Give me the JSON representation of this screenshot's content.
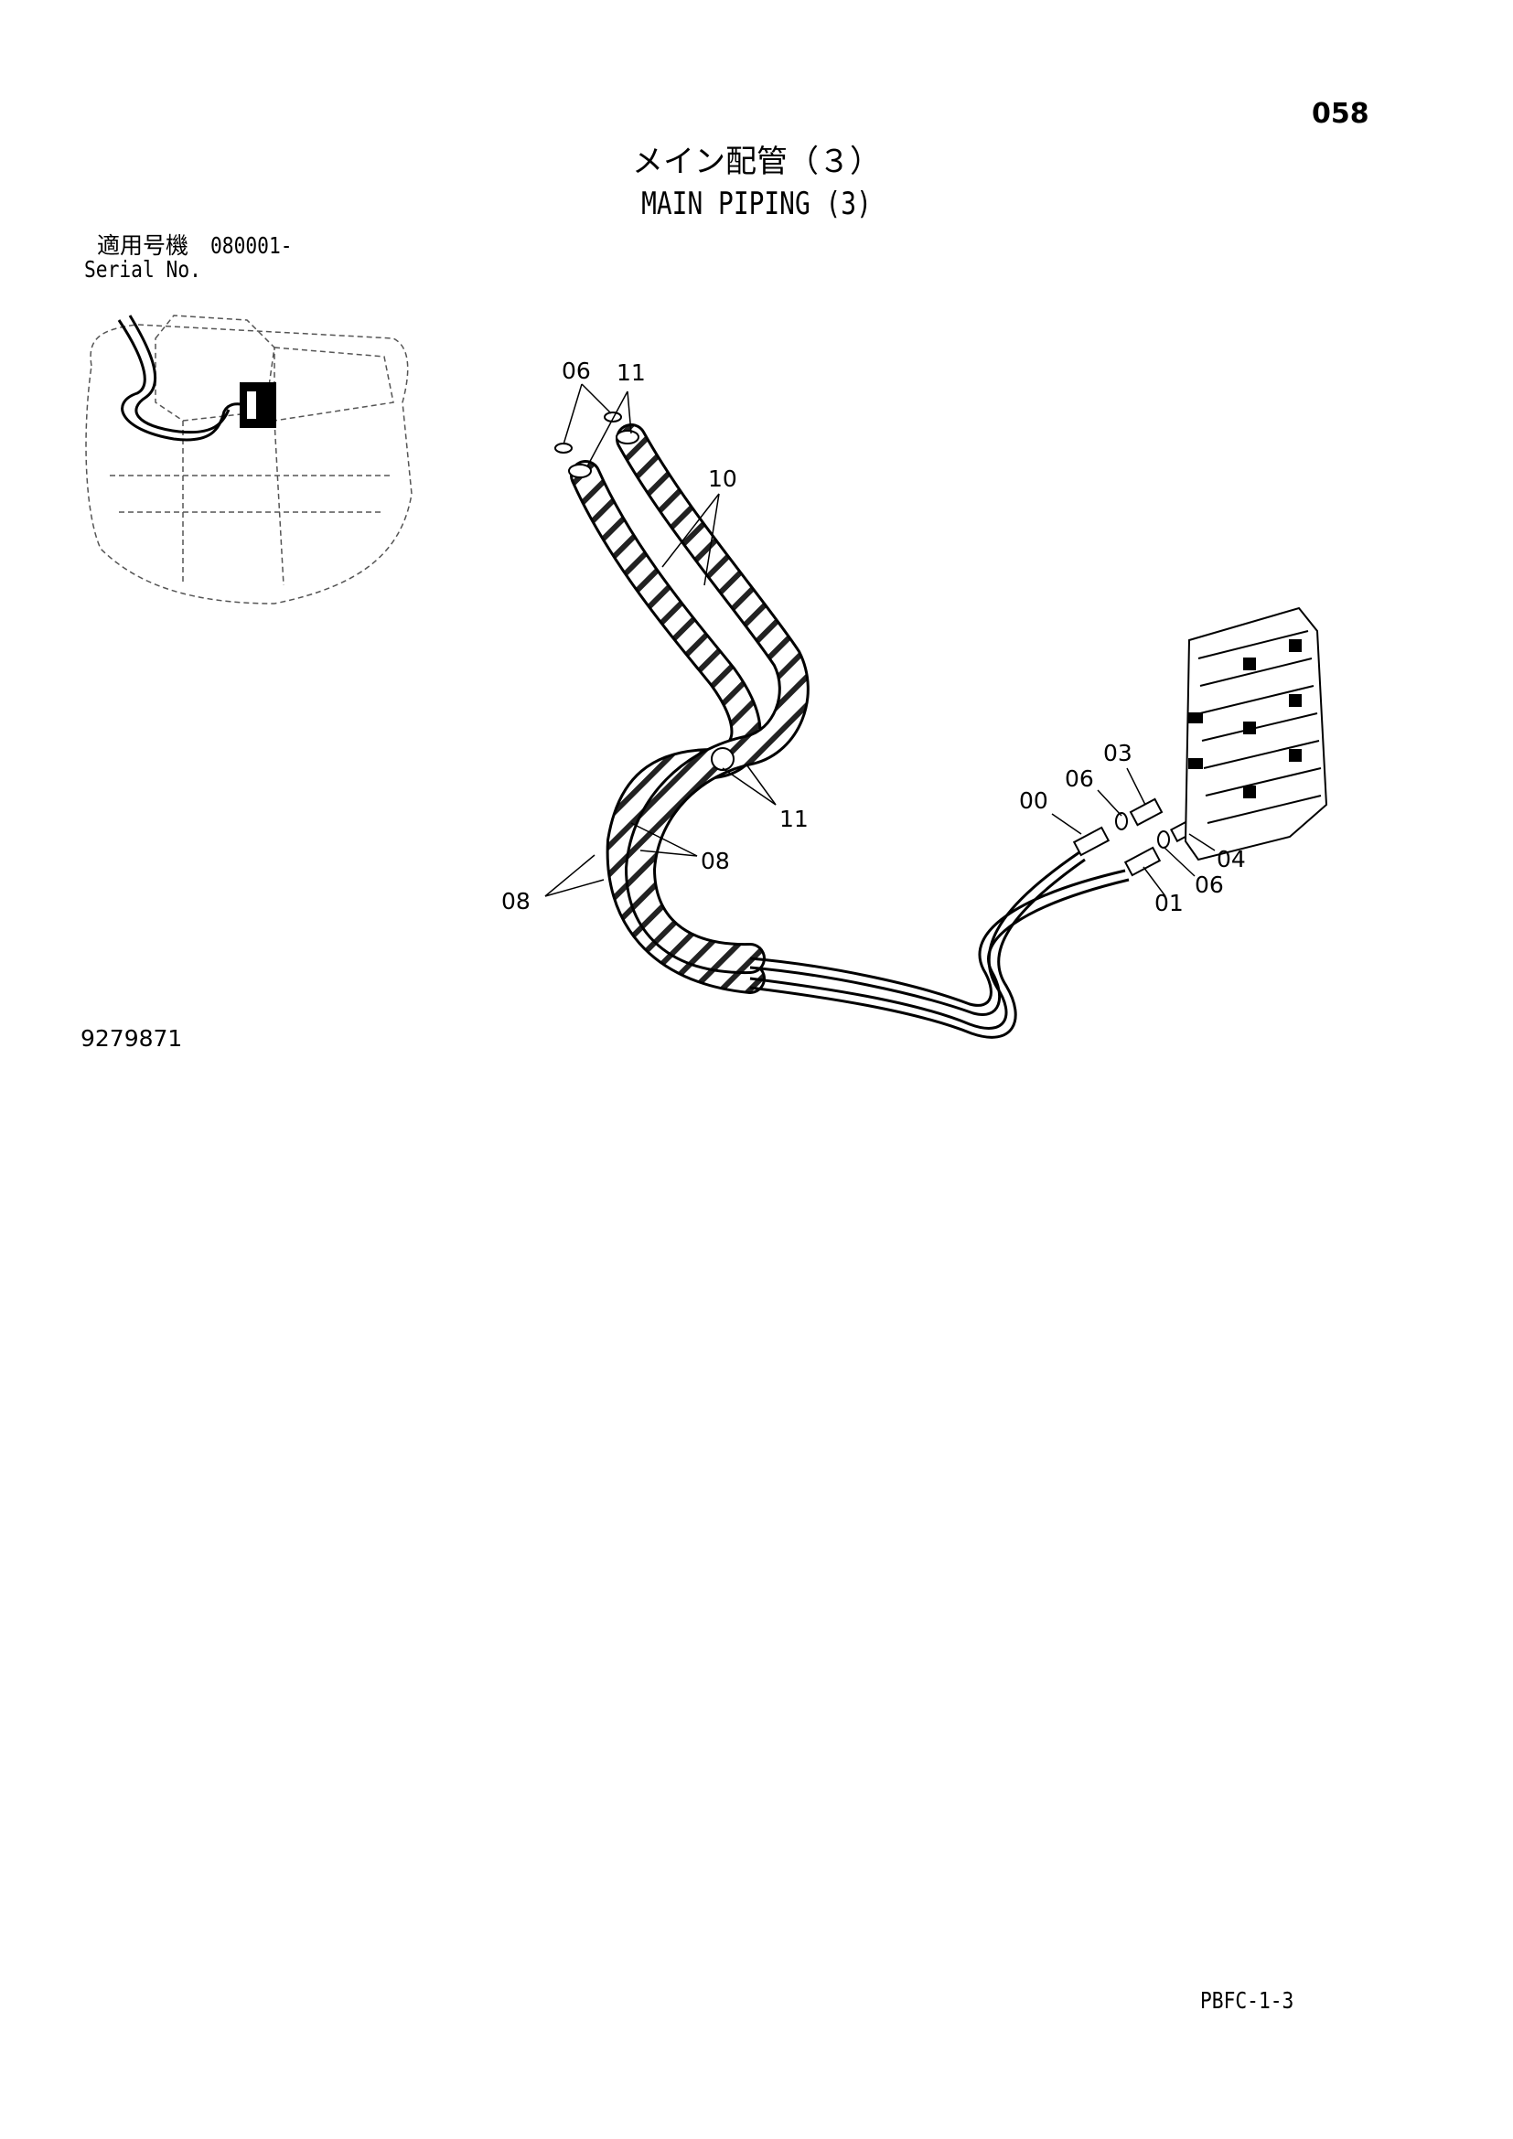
{
  "page": {
    "number": "058",
    "title_jp": "メイン配管（３）",
    "title_en": "MAIN PIPING (3)",
    "serial_label_jp": "適用号機",
    "serial_value": "080001-",
    "serial_label_en": "Serial No.",
    "drawing_number": "9279871",
    "page_code": "PBFC-1-3"
  },
  "callouts": {
    "c06_top": "06",
    "c11_top": "11",
    "c10": "10",
    "c11_mid": "11",
    "c08_right": "08",
    "c08_left": "08",
    "c03": "03",
    "c06_upper": "06",
    "c00": "00",
    "c04": "04",
    "c06_lower": "06",
    "c01": "01"
  }
}
